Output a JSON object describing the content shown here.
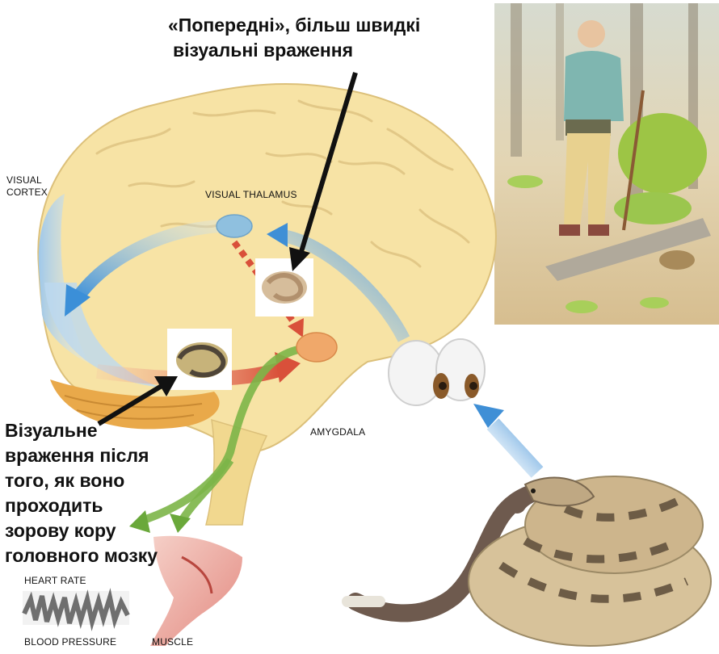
{
  "title_callout": {
    "line1": "«Попередні», більш швидкі",
    "line2": "візуальні враження"
  },
  "bottom_callout": {
    "line1": "Візуальне",
    "line2": "враження після",
    "line3": "того, як воно",
    "line4": "проходить",
    "line5": "зорову кору",
    "line6": "головного мозку"
  },
  "labels": {
    "visual_cortex_1": "VISUAL",
    "visual_cortex_2": "CORTEX",
    "visual_thalamus": "VISUAL THALAMUS",
    "amygdala": "AMYGDALA",
    "heart_rate": "HEART RATE",
    "blood_pressure": "BLOOD PRESSURE",
    "muscle": "MUSCLE"
  },
  "colors": {
    "brain": "#f7e3a5",
    "cortex_blue": "#a9cdea",
    "cerebellum": "#e9a94a",
    "amygdala": "#f0a86a",
    "thalamus": "#8fc0df",
    "pathway_red": "#d9503a",
    "pathway_green": "#7cb548"
  }
}
